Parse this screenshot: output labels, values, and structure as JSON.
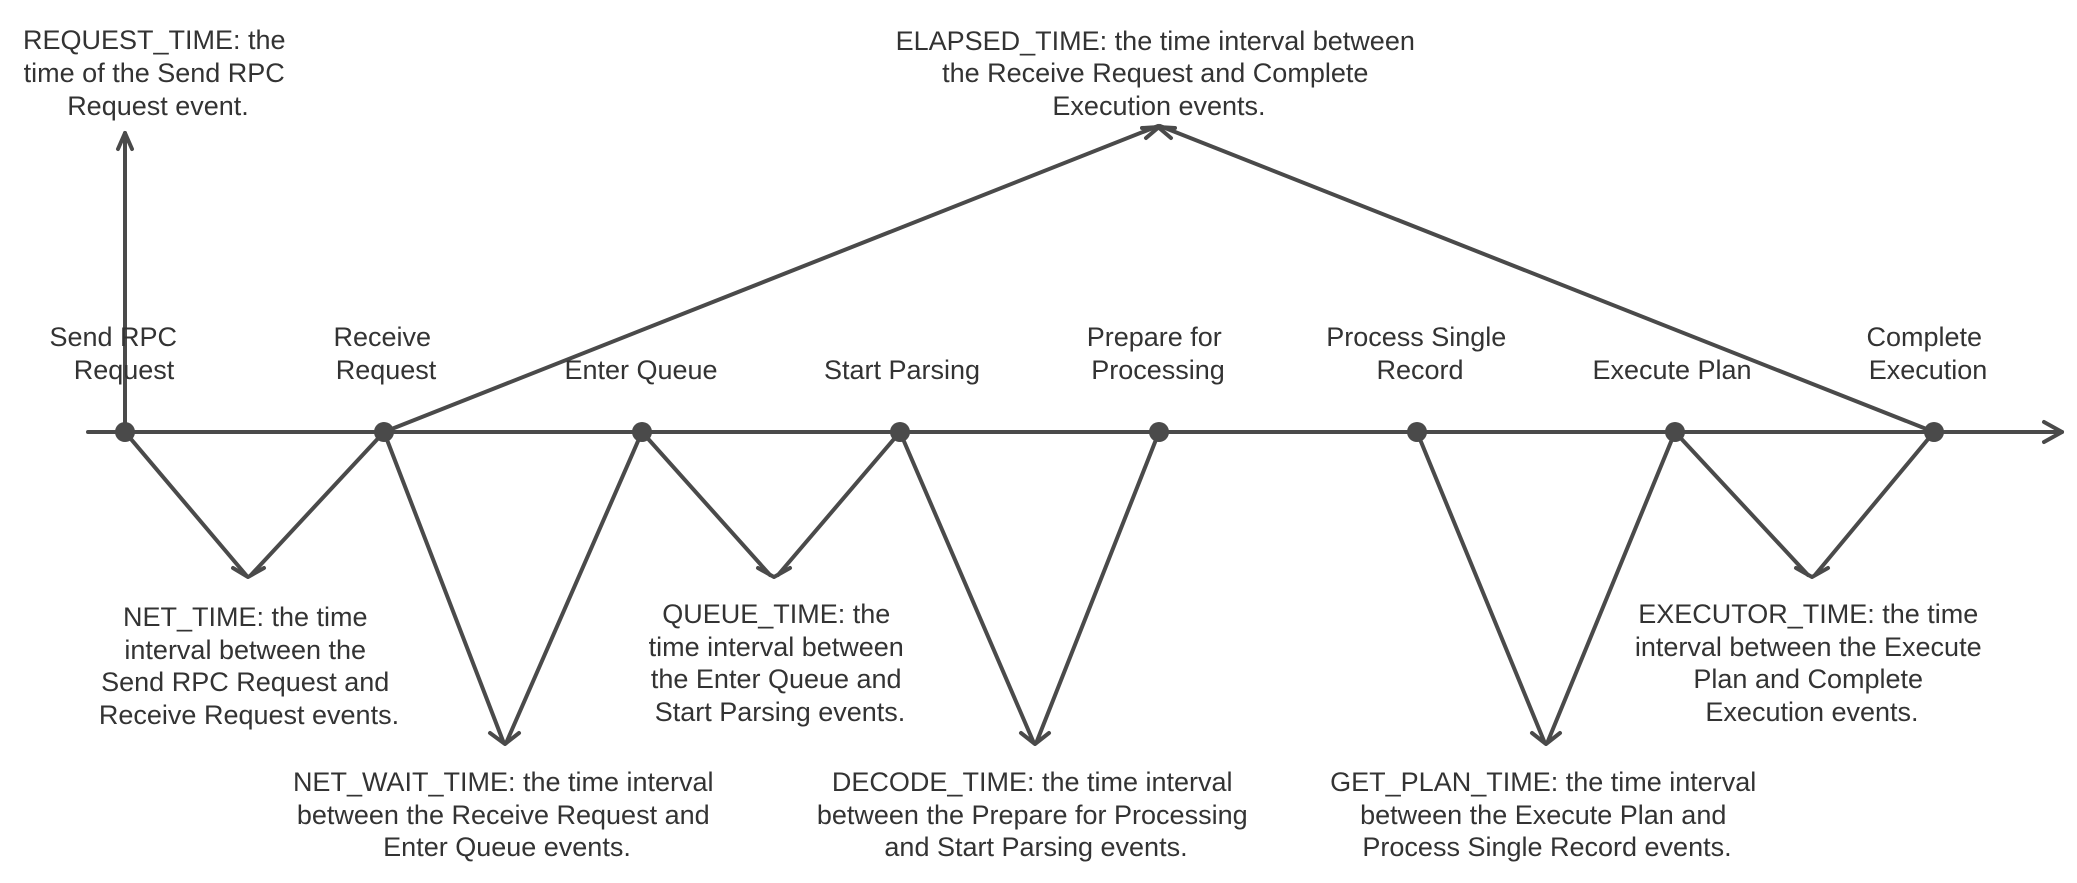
{
  "colors": {
    "line": "#4a4a4a",
    "text": "#333333",
    "background": "#ffffff"
  },
  "events": [
    {
      "id": "send-rpc-request",
      "lines": [
        "Send RPC",
        "Request"
      ]
    },
    {
      "id": "receive-request",
      "lines": [
        "Receive",
        "Request"
      ]
    },
    {
      "id": "enter-queue",
      "lines": [
        "Enter Queue"
      ]
    },
    {
      "id": "start-parsing",
      "lines": [
        "Start Parsing"
      ]
    },
    {
      "id": "prepare-for-processing",
      "lines": [
        "Prepare for",
        "Processing"
      ]
    },
    {
      "id": "process-single-record",
      "lines": [
        "Process Single",
        "Record"
      ]
    },
    {
      "id": "execute-plan",
      "lines": [
        "Execute Plan"
      ]
    },
    {
      "id": "complete-execution",
      "lines": [
        "Complete",
        "Execution"
      ]
    }
  ],
  "annotations": {
    "request_time": {
      "lines": [
        "REQUEST_TIME: the",
        "time of the Send RPC",
        "Request event."
      ]
    },
    "elapsed_time": {
      "lines": [
        "ELAPSED_TIME: the time interval between",
        "the Receive Request and Complete",
        "Execution events."
      ]
    },
    "net_time": {
      "lines": [
        "NET_TIME: the time",
        "interval between the",
        "Send RPC Request and",
        "Receive Request events."
      ]
    },
    "net_wait_time": {
      "lines": [
        "NET_WAIT_TIME: the time interval",
        "between the Receive Request and",
        "Enter Queue events."
      ]
    },
    "queue_time": {
      "lines": [
        "QUEUE_TIME: the",
        "time interval between",
        "the Enter Queue and",
        "Start Parsing events."
      ]
    },
    "decode_time": {
      "lines": [
        "DECODE_TIME: the time interval",
        "between the Prepare for Processing",
        "and Start Parsing events."
      ]
    },
    "get_plan_time": {
      "lines": [
        "GET_PLAN_TIME: the time interval",
        "between the Execute Plan and",
        "Process Single Record events."
      ]
    },
    "executor_time": {
      "lines": [
        "EXECUTOR_TIME: the time",
        "interval between the Execute",
        "Plan and Complete",
        "Execution events."
      ]
    }
  }
}
